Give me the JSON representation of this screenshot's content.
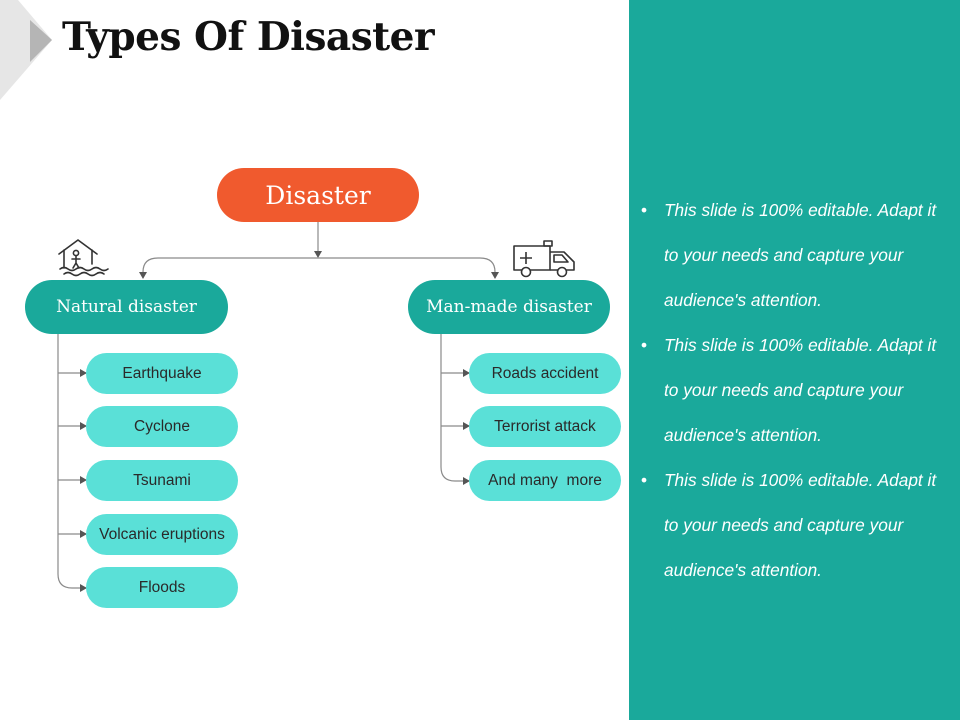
{
  "slide": {
    "title": "Types Of Disaster"
  },
  "diagram": {
    "root": {
      "label": "Disaster"
    },
    "natural": {
      "label": "Natural disaster",
      "icon": "flooded-house-icon",
      "items": [
        "Earthquake",
        "Cyclone",
        "Tsunami",
        "Volcanic eruptions",
        "Floods"
      ]
    },
    "manmade": {
      "label": "Man-made disaster",
      "icon": "ambulance-icon",
      "items": [
        "Roads accident",
        "Terrorist attack",
        "And many  more"
      ]
    }
  },
  "panel": {
    "bullets": [
      "This slide is 100% editable. Adapt it to your needs and capture your audience's attention.",
      "This slide is 100% editable. Adapt it to your needs and capture your audience's attention.",
      "This slide is 100% editable. Adapt it to your needs and capture your audience's attention."
    ]
  },
  "colors": {
    "root": "#f05a2e",
    "category": "#1aa99b",
    "leaf": "#5ae0d7",
    "panel": "#1aa99b"
  }
}
